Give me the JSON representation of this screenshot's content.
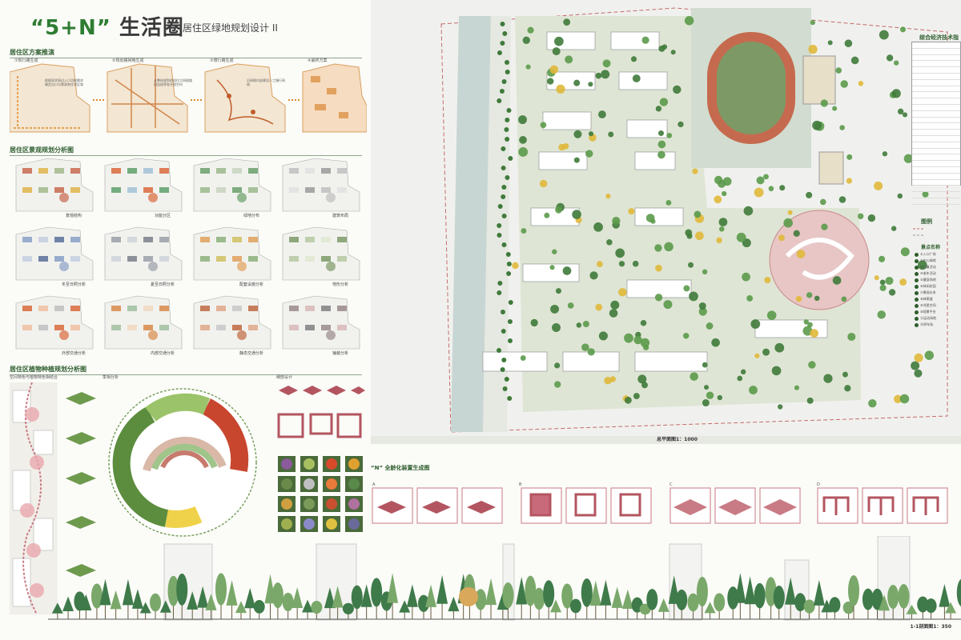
{
  "header": {
    "title_open": "“",
    "title_core": "5+N",
    "title_close": "”",
    "title_cn": "生活圈",
    "subtitle": "居住区绿地规划设计 II"
  },
  "sections": {
    "scheme": "居住区方案推演",
    "landscape": "居住区景观规划分析图",
    "planting": "居住区植物种植规划分析图"
  },
  "scheme_steps": [
    {
      "label": "①现行路生成",
      "text": "根据现状周边入口功能需求确定出口与景观和住宅区域"
    },
    {
      "label": "②规划路网格生成",
      "text": "从整体规划的居住大网格路段连接等各开放空间"
    },
    {
      "label": "③慢行路生成",
      "text": "沿网格内部建设人工慢行网络"
    },
    {
      "label": "④最终方案",
      "text": ""
    }
  ],
  "analysis_captions": [
    "景观结构",
    "功能分区",
    "绿地分布",
    "建筑布局",
    "冬至日照分析",
    "夏至日照分析",
    "配套设施分析",
    "地形分析",
    "外部交通分析",
    "内部交通分析",
    "静态交通分析",
    "铺装分析"
  ],
  "planting": {
    "left_caption": "空间特色与植物特色相结合",
    "season_caption": "季相分析",
    "detail_caption": "细部设计"
  },
  "plan": {
    "caption": "总平面图1：1000",
    "table_title": "综合经济技术指标",
    "legend_title": "图例",
    "legend_sub": "景点名称",
    "legend_items": [
      "①入口广场",
      "②中心绿地",
      "③儿童活动",
      "④老年活动",
      "⑤健身场地",
      "⑥休闲花园",
      "⑦景观水系",
      "⑧林荫道",
      "⑨邻里空间",
      "⑩观景平台",
      "⑪运动场地",
      "⑫停车场"
    ]
  },
  "protos": {
    "title": "“N” 全龄化装置生成图",
    "letters": [
      "A",
      "B",
      "C",
      "D"
    ]
  },
  "section": {
    "caption": "1-1剖面图1：350"
  },
  "colors": {
    "accent": "#2e5e2e",
    "orange": "#e08a2a",
    "pink": "#b35560"
  }
}
